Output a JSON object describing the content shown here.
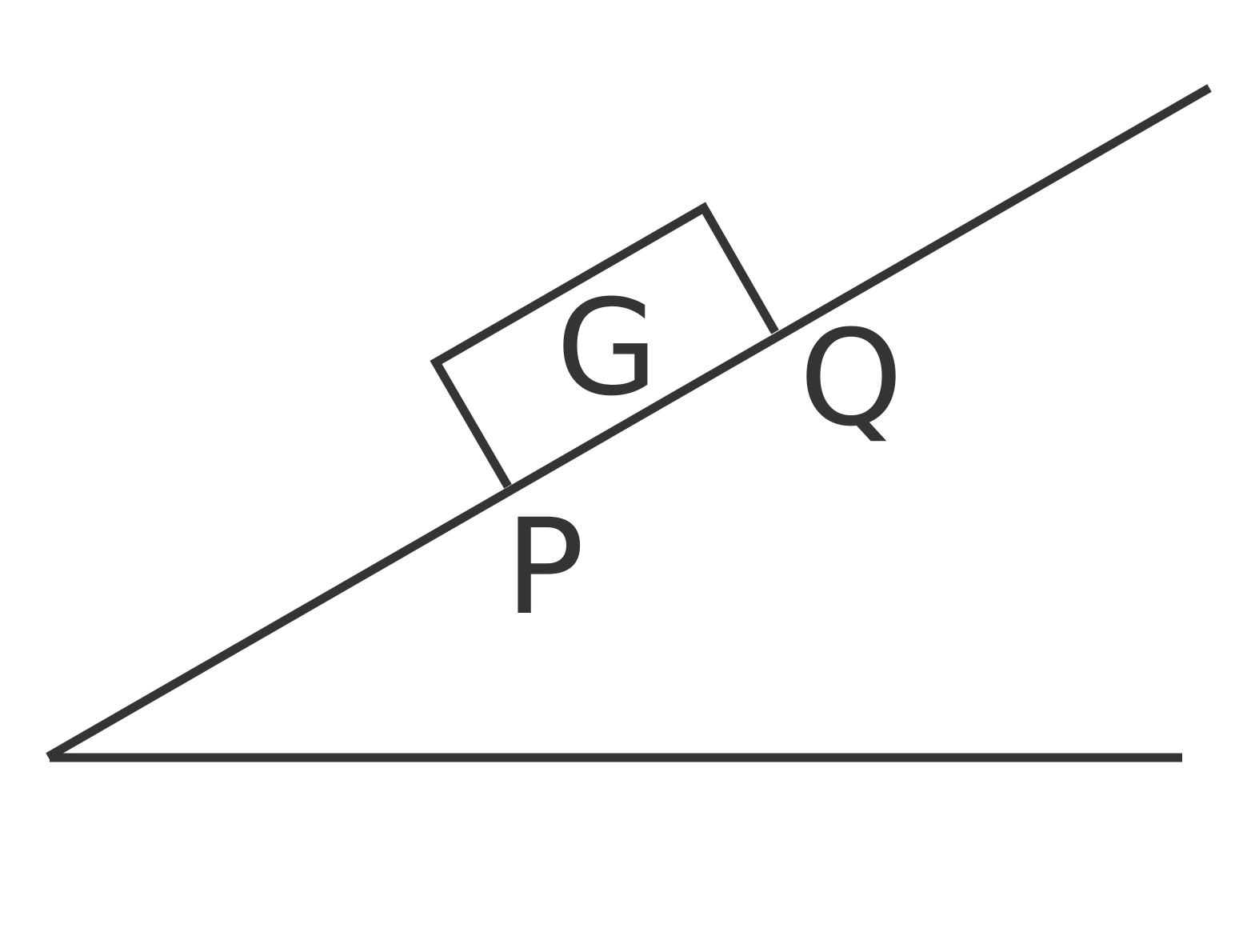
{
  "diagram": {
    "labels": {
      "block": "G",
      "incline_point": "Q",
      "incline_lower_point": "P"
    },
    "colors": {
      "stroke": "#353334",
      "background": "#ffffff"
    }
  }
}
